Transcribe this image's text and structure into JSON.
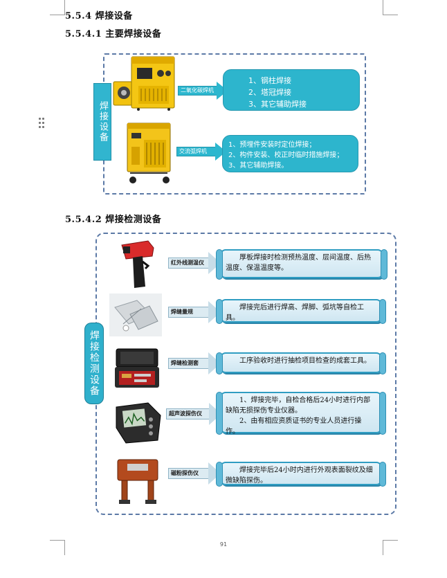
{
  "headings": {
    "section": "5.5.4 焊接设备",
    "sub1": "5.5.4.1 主要焊接设备",
    "sub2": "5.5.4.2 焊接检测设备"
  },
  "welding_equipment": {
    "label": "焊接设备",
    "machines": [
      {
        "name": "二氧化碳焊机",
        "uses": [
          "1、钢柱焊接",
          "2、塔冠焊接",
          "3、其它辅助焊接"
        ]
      },
      {
        "name": "交流弧焊机",
        "uses": [
          "1、预埋件安装时定位焊接；",
          "2、构件安装、校正时临时措施焊接；",
          "3、其它辅助焊接。"
        ]
      }
    ]
  },
  "inspection_equipment": {
    "label": "焊接检测设备",
    "items": [
      {
        "name": "红外线测温仪",
        "description": [
          "厚板焊接时检测预热温度、层间温度、后热温度、保温温度等。"
        ]
      },
      {
        "name": "焊缝量规",
        "description": [
          "焊接完后进行焊高、焊脚、弧坑等自检工具。"
        ]
      },
      {
        "name": "焊缝检测套",
        "description": [
          "工序验收时进行抽检项目检查的成套工具。"
        ]
      },
      {
        "name": "超声波探伤仪",
        "description": [
          "1、焊接完毕，自检合格后24小时进行内部缺陷无损探伤专业仪器。",
          "2、由有相应资质证书的专业人员进行操作。"
        ]
      },
      {
        "name": "磁粉探伤仪",
        "description": [
          "焊接完毕后24小时内进行外观表面裂纹及细微缺陷探伤。"
        ]
      }
    ]
  },
  "footer": {
    "page_number": "91"
  }
}
